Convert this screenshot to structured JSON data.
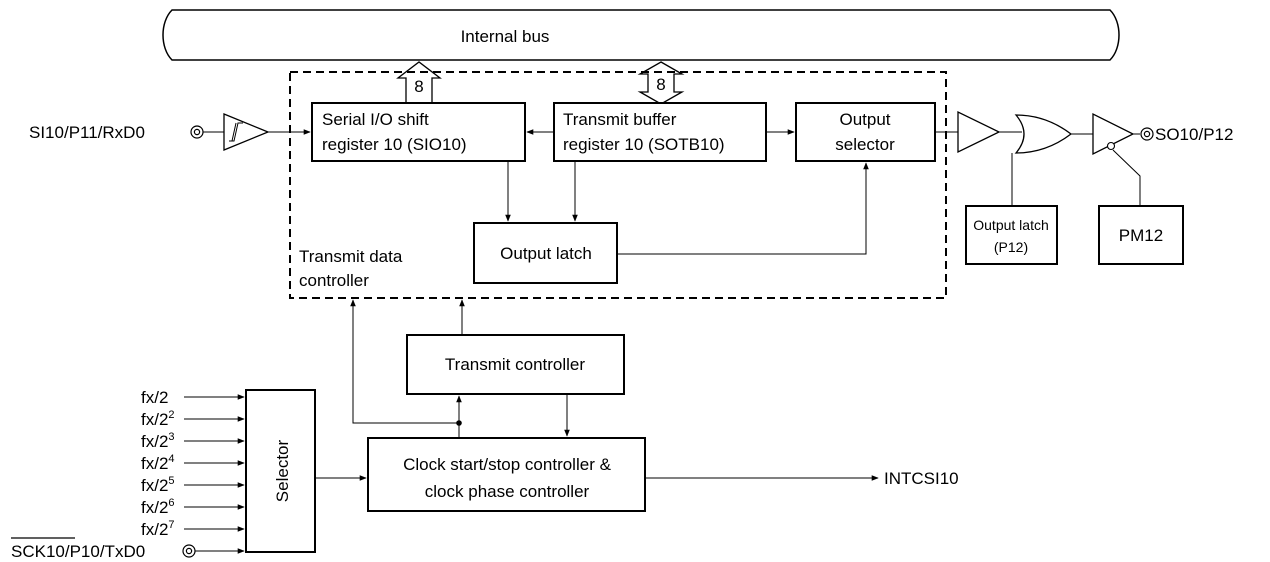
{
  "internal_bus": "Internal bus",
  "bus_width_left": "8",
  "bus_width_right": "8",
  "pins": {
    "si_input": "SI10/P11/RxD0",
    "so_output": "SO10/P12",
    "sck": "SCK10/P10/TxD0",
    "intcsi": "INTCSI10"
  },
  "blocks": {
    "sio_line1": "Serial I/O shift",
    "sio_line2": "register 10 (SIO10)",
    "sotb_line1": "Transmit buffer",
    "sotb_line2": "register 10 (SOTB10)",
    "outsel_line1": "Output",
    "outsel_line2": "selector",
    "output_latch": "Output latch",
    "tdc_line1": "Transmit data",
    "tdc_line2": "controller",
    "transmit_controller": "Transmit controller",
    "clock_line1": "Clock start/stop controller &",
    "clock_line2": "clock phase controller",
    "selector": "Selector",
    "p12_latch_line1": "Output latch",
    "p12_latch_line2": "(P12)",
    "pm12": "PM12"
  },
  "clock_inputs": [
    {
      "base": "fx/2",
      "exp": ""
    },
    {
      "base": "fx/2",
      "exp": "2"
    },
    {
      "base": "fx/2",
      "exp": "3"
    },
    {
      "base": "fx/2",
      "exp": "4"
    },
    {
      "base": "fx/2",
      "exp": "5"
    },
    {
      "base": "fx/2",
      "exp": "6"
    },
    {
      "base": "fx/2",
      "exp": "7"
    }
  ]
}
